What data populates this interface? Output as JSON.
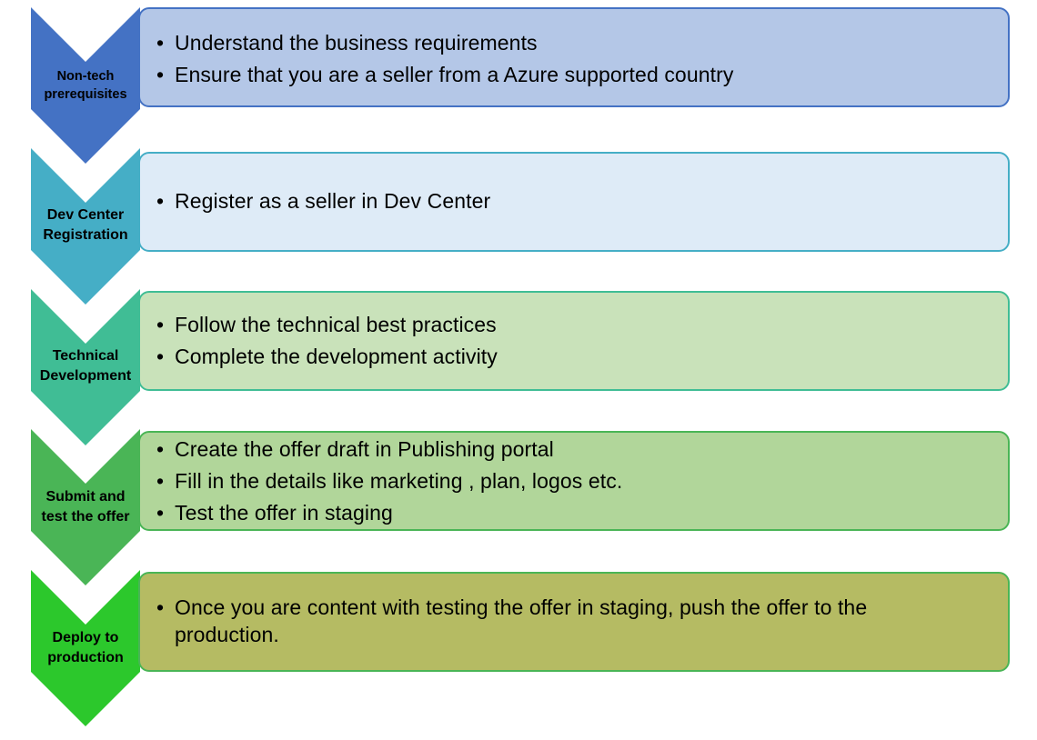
{
  "steps": [
    {
      "label": "Non-tech\nprerequisites",
      "chevron_color": "#4472C4",
      "box_fill": "#B4C7E7",
      "box_border": "#4472C4",
      "bullets": [
        "Understand the business requirements",
        "Ensure that you are a seller from a Azure supported country"
      ]
    },
    {
      "label": "Dev Center\nRegistration",
      "chevron_color": "#45AEC6",
      "box_fill": "#DEEBF7",
      "box_border": "#45AEC6",
      "bullets": [
        "Register as a seller in Dev Center"
      ]
    },
    {
      "label": "Technical\nDevelopment",
      "chevron_color": "#40BD95",
      "box_fill": "#C9E2BA",
      "box_border": "#40BD95",
      "bullets": [
        "Follow the technical best practices",
        "Complete the development activity"
      ]
    },
    {
      "label": "Submit and\ntest the offer",
      "chevron_color": "#4AB556",
      "box_fill": "#B1D69A",
      "box_border": "#4AB556",
      "bullets": [
        "Create the offer draft in Publishing portal",
        "Fill in the details like marketing , plan, logos etc.",
        "Test the offer in staging"
      ]
    },
    {
      "label": "Deploy to\nproduction",
      "chevron_color": "#2CC82C",
      "box_fill": "#B5BB63",
      "box_border": "#4AB556",
      "bullets": [
        "Once you are content with testing the offer in staging, push the offer to the production."
      ]
    }
  ]
}
